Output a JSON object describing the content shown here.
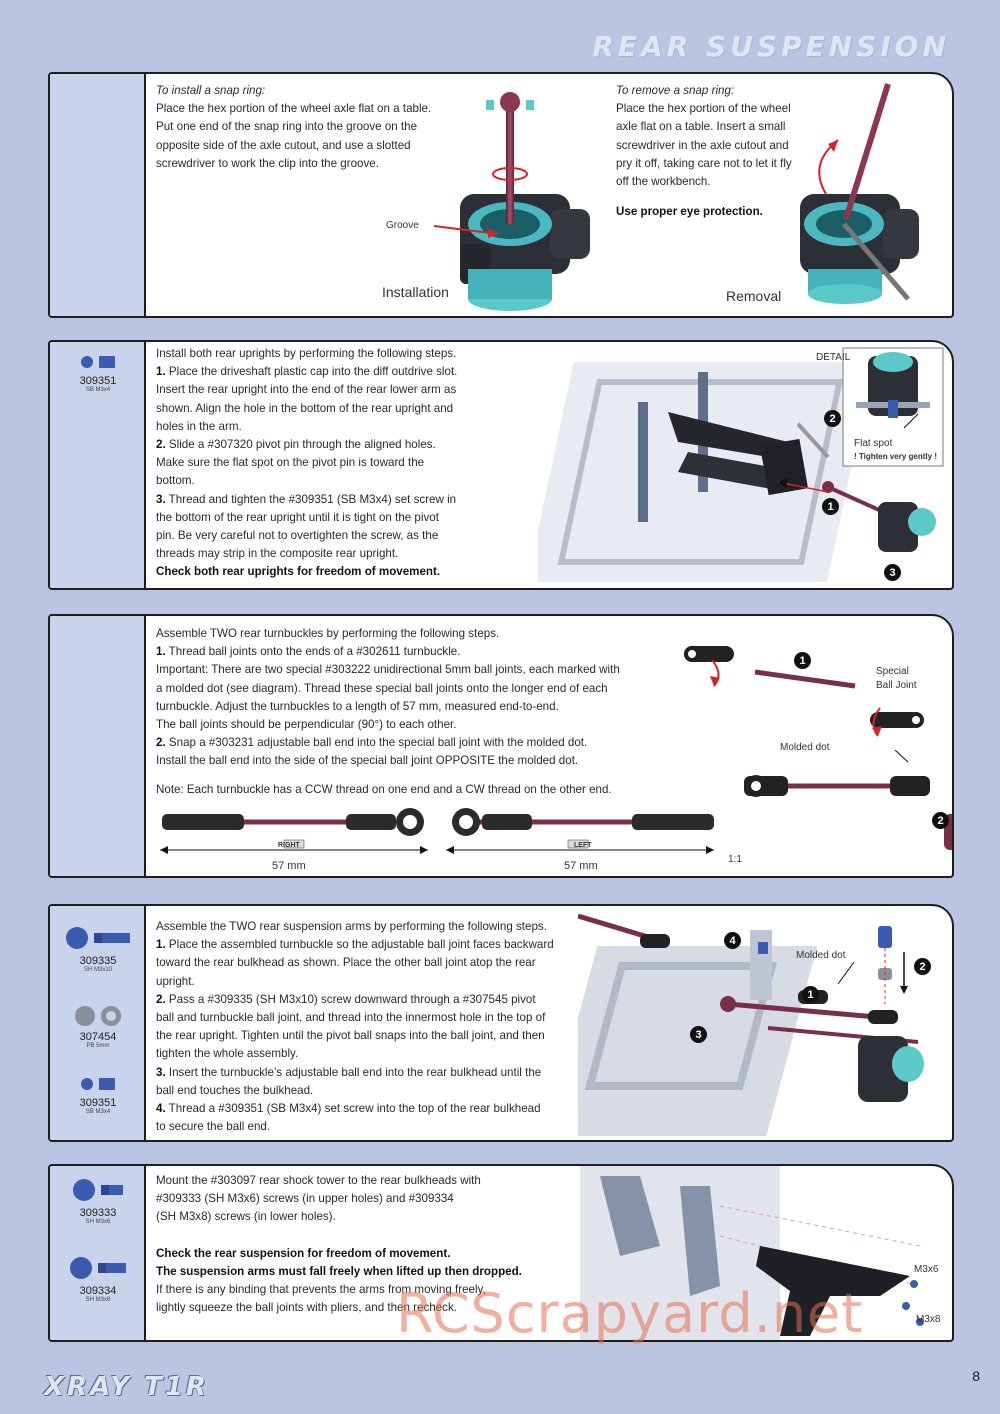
{
  "header": {
    "title": "REAR SUSPENSION"
  },
  "step1": {
    "install_title": "To install a snap ring:",
    "install_lines": [
      "Place the hex portion of the wheel axle flat on a table.",
      "Put one end of the snap ring into the groove on the",
      "opposite side of the axle cutout, and use a slotted",
      "screwdriver to work the clip into the groove."
    ],
    "remove_title": "To remove a snap ring:",
    "remove_lines": [
      "Place the hex portion of the wheel",
      "axle flat on a table. Insert a small",
      "screwdriver in the axle cutout and",
      "pry it off, taking care not to let it fly",
      "off the workbench."
    ],
    "eye_protection": "Use proper eye protection.",
    "groove_label": "Groove",
    "installation_label": "Installation",
    "removal_label": "Removal"
  },
  "step2": {
    "part": {
      "number": "309351",
      "spec": "SB M3x4"
    },
    "lines": [
      "Install both rear uprights by performing the following steps.",
      "1.| Place the driveshaft plastic cap into the diff outdrive slot.",
      "Insert the rear upright into the end of the rear lower arm as",
      "shown. Align the hole in the bottom of the rear upright and",
      "holes in the arm.",
      "2.| Slide a #307320 pivot pin through the aligned holes.",
      "Make sure the flat spot on the pivot pin is toward the",
      "bottom.",
      "3.| Thread and tighten the #309351 (SB M3x4) set screw in",
      "the bottom of the rear upright until it is tight on the pivot",
      "pin. Be very careful not to overtighten the screw, as the",
      "threads may strip in the composite rear upright."
    ],
    "check": "Check both rear uprights for freedom of movement.",
    "detail_label": "DETAIL",
    "flat_spot_label": "Flat spot",
    "tighten_label": "! Tighten very gently !",
    "callouts": [
      "1",
      "2",
      "3"
    ]
  },
  "step3": {
    "lines": [
      "Assemble TWO rear turnbuckles by performing the following steps.",
      "1.| Thread ball joints onto the ends of a #302611 turnbuckle.",
      "Important: There are two special #303222 unidirectional 5mm ball joints, each marked with",
      "a molded dot (see diagram). Thread these special ball joints onto the longer end of each",
      "turnbuckle. Adjust the turnbuckles to a length of 57 mm, measured end-to-end.",
      "The ball joints should be perpendicular (90°) to each other.",
      "2.| Snap a #303231 adjustable ball end into the special ball joint with the molded dot.",
      "Install the ball end into the side of the special ball joint OPPOSITE the molded dot."
    ],
    "note": "Note: Each turnbuckle has a CCW thread on one end and a CW thread on the other end.",
    "special_label_1": "Special",
    "special_label_2": "Ball Joint",
    "molded_dot_label": "Molded dot",
    "right_label": "RIGHT",
    "left_label": "LEFT",
    "length_right": "57 mm",
    "length_left": "57 mm",
    "scale": "1:1",
    "callouts": [
      "1",
      "2"
    ]
  },
  "step4": {
    "parts": [
      {
        "number": "309335",
        "spec": "SH M3x10"
      },
      {
        "number": "307454",
        "spec": "PB 5mm"
      },
      {
        "number": "309351",
        "spec": "SB M3x4"
      }
    ],
    "lines": [
      "Assemble the TWO rear suspension arms by performing the following steps.",
      "1.| Place the assembled turnbuckle so the adjustable ball joint faces backward",
      "toward the rear bulkhead as shown. Place the other ball joint atop the rear",
      "upright.",
      "2.| Pass a #309335 (SH M3x10) screw downward through a #307545 pivot",
      "ball and turnbuckle ball joint, and thread into the innermost hole in the top of",
      "the rear upright. Tighten until the pivot ball snaps into the ball joint, and then",
      "tighten the whole assembly.",
      "3.| Insert the turnbuckle’s adjustable ball end into the rear bulkhead until the",
      "ball end touches the bulkhead.",
      "4.| Thread a #309351 (SB M3x4) set screw into the top of the rear bulkhead",
      "to secure the ball end."
    ],
    "molded_dot_label": "Molded dot",
    "callouts": [
      "1",
      "2",
      "3",
      "4"
    ]
  },
  "step5": {
    "parts": [
      {
        "number": "309333",
        "spec": "SH M3x6"
      },
      {
        "number": "309334",
        "spec": "SH M3x8"
      }
    ],
    "lines": [
      "Mount the #303097 rear shock tower to the rear bulkheads with",
      "#309333 (SH M3x6) screws (in upper holes) and #309334",
      "(SH M3x8) screws (in lower holes)."
    ],
    "check_lines": [
      "Check the rear suspension for freedom of movement.",
      "The suspension arms must fall freely when lifted up then dropped."
    ],
    "tail_lines": [
      "If there is any binding that prevents the arms from moving freely,",
      "lightly squeeze the ball joints with pliers, and then recheck."
    ],
    "m3x6_label": "M3x6",
    "m3x8_label": "M3x8"
  },
  "footer": {
    "logo": "XRAY T1R",
    "page_number": "8"
  },
  "watermark": "RCScrapyard.net",
  "colors": {
    "page_bg": "#b9c5e1",
    "parts_bg": "#c9d3ec",
    "screw_blue": "#3a5bb0",
    "rod_maroon": "#7a2f48",
    "teal": "#5cc9c9",
    "arrow_red": "#d4232a"
  }
}
